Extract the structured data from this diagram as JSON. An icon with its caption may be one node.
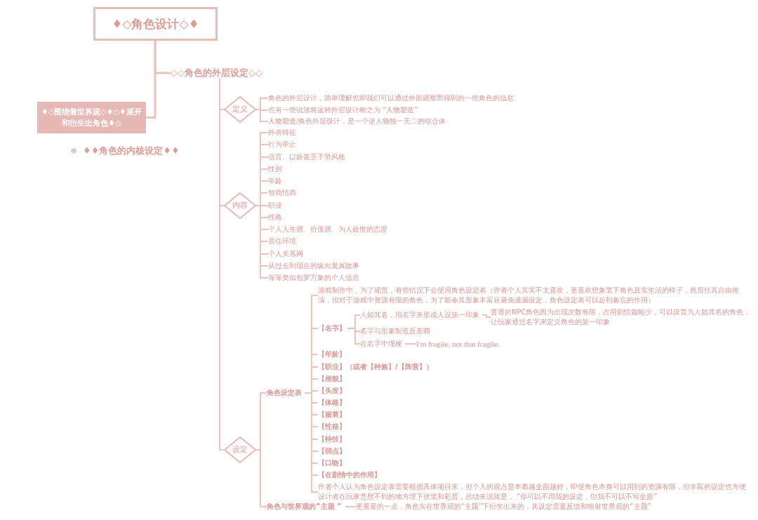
{
  "diagram": {
    "nodes": [
      {
        "text": [
          "♦◇角色设计◇♦"
        ]
      },
      {
        "text": [
          "◇◇角色的外层设定◇◇"
        ]
      },
      {
        "text": [
          "♦◇围绕着世界观◇♦◇♦展开和衍生出角色♦◇"
        ]
      },
      {
        "text": [
          "♦♦角色的内核设定♦♦"
        ]
      },
      {
        "text": [
          "定义"
        ]
      },
      {
        "text": [
          "角色的外层设计，简单理解也即我们可以通过外部观察而得到的一些角色的信息"
        ]
      },
      {
        "text": [
          "也有一些说法将这种外层设计称之为 “人物塑造”"
        ]
      },
      {
        "text": [
          "人物塑造/角色外层设计，是一个使人物独一无二的综合体"
        ]
      },
      {
        "text": [
          "内容"
        ]
      },
      {
        "text": [
          "外表特征"
        ]
      },
      {
        "text": [
          "行为举止"
        ]
      },
      {
        "text": [
          "语言、口癖甚至手势风格"
        ]
      },
      {
        "text": [
          "性别"
        ]
      },
      {
        "text": [
          "年龄"
        ]
      },
      {
        "text": [
          "智商情商"
        ]
      },
      {
        "text": [
          "职业"
        ]
      },
      {
        "text": [
          "性格"
        ]
      },
      {
        "text": [
          "个人人生观、价值观、为人处世的态度"
        ]
      },
      {
        "text": [
          "居住环境"
        ]
      },
      {
        "text": [
          "个人关系网"
        ]
      },
      {
        "text": [
          "从过去到现在的纵向发展故事"
        ]
      },
      {
        "text": [
          "等等类似包罗万象的个人信息"
        ]
      },
      {
        "text": [
          "设定"
        ]
      },
      {
        "text": [
          "角色设定表"
        ]
      },
      {
        "text": [
          "游戏制作中，为了规范，有些情况下会使用角色设定表（作者个人其实不太喜欢，更喜欢想象笔下角色真实生活的样子，然后任其自由推演，但对于游戏中资源有限的角色，为了能令其形象丰富且避免遗漏设定，角色设定表可以起到备忘的作用）"
        ]
      },
      {
        "text": [
          "【名字】"
        ]
      },
      {
        "text": [
          "人如其名，用名字来形成人设第一印象"
        ]
      },
      {
        "text": [
          "普通的NPC角色因为出现次数有限，占用剧情篇幅少，可以设置为人如其名的角色，让玩家通过名字来定义角色的第一印象"
        ]
      },
      {
        "text": [
          "名字与形象制造反差萌"
        ]
      },
      {
        "text": [
          "在名字中埋梗"
        ]
      },
      {
        "text": [
          "I'm fragile, not that fragile."
        ]
      },
      {
        "text": [
          "【年龄】"
        ]
      },
      {
        "text": [
          "【职业】（或者【种族】/【阵营】）"
        ]
      },
      {
        "text": [
          "【相貌】"
        ]
      },
      {
        "text": [
          "【头发】"
        ]
      },
      {
        "text": [
          "【体格】"
        ]
      },
      {
        "text": [
          "【服装】"
        ]
      },
      {
        "text": [
          "【性格】"
        ]
      },
      {
        "text": [
          "【特技】"
        ]
      },
      {
        "text": [
          "【弱点】"
        ]
      },
      {
        "text": [
          "【口吻】"
        ]
      },
      {
        "text": [
          "【在剧情中的作用】"
        ]
      },
      {
        "text": [
          "作者个人认为角色设定表需要根据具体项目来，但个人的观点是本着越全面越好，即使角色本身可以用到的资源有限，但丰富的设定也方便设计者在玩家意想不到的地方埋下伏笔和彩蛋，总结来说就是， “你可以不用我的设定，但我不可以不写全面”"
        ]
      },
      {
        "text": [
          "角色与世界观的”主题 ”"
        ]
      },
      {
        "text": [
          "更重要的一点，角色实在世界观的“主题”下衍生出来的，其设定需要反馈和映射世界观的“主题”"
        ]
      }
    ],
    "edges": [
      {
        "from": 0,
        "to": 1,
        "arrow": "none"
      },
      {
        "from": 0,
        "to": 2,
        "arrow": "none"
      },
      {
        "from": 1,
        "to": 4,
        "arrow": "none"
      },
      {
        "from": 1,
        "to": 8,
        "arrow": "none"
      },
      {
        "from": 1,
        "to": 22,
        "arrow": "none"
      },
      {
        "from": 4,
        "to": 5,
        "arrow": "none"
      },
      {
        "from": 4,
        "to": 6,
        "arrow": "none"
      },
      {
        "from": 4,
        "to": 7,
        "arrow": "none"
      },
      {
        "from": 8,
        "to": 9,
        "arrow": "none"
      },
      {
        "from": 8,
        "to": 10,
        "arrow": "none"
      },
      {
        "from": 8,
        "to": 11,
        "arrow": "none"
      },
      {
        "from": 8,
        "to": 12,
        "arrow": "none"
      },
      {
        "from": 8,
        "to": 13,
        "arrow": "none"
      },
      {
        "from": 8,
        "to": 14,
        "arrow": "none"
      },
      {
        "from": 8,
        "to": 15,
        "arrow": "none"
      },
      {
        "from": 8,
        "to": 16,
        "arrow": "none"
      },
      {
        "from": 8,
        "to": 17,
        "arrow": "none"
      },
      {
        "from": 8,
        "to": 18,
        "arrow": "none"
      },
      {
        "from": 8,
        "to": 19,
        "arrow": "none"
      },
      {
        "from": 8,
        "to": 20,
        "arrow": "none"
      },
      {
        "from": 8,
        "to": 21,
        "arrow": "none"
      },
      {
        "from": 22,
        "to": 23,
        "arrow": "none"
      },
      {
        "from": 22,
        "to": 43,
        "arrow": "none"
      },
      {
        "from": 23,
        "to": 24,
        "arrow": "none"
      },
      {
        "from": 23,
        "to": 25,
        "arrow": "none"
      },
      {
        "from": 23,
        "to": 31,
        "arrow": "none"
      },
      {
        "from": 23,
        "to": 32,
        "arrow": "none"
      },
      {
        "from": 23,
        "to": 33,
        "arrow": "none"
      },
      {
        "from": 23,
        "to": 34,
        "arrow": "none"
      },
      {
        "from": 23,
        "to": 35,
        "arrow": "none"
      },
      {
        "from": 23,
        "to": 36,
        "arrow": "none"
      },
      {
        "from": 23,
        "to": 37,
        "arrow": "none"
      },
      {
        "from": 23,
        "to": 38,
        "arrow": "none"
      },
      {
        "from": 23,
        "to": 39,
        "arrow": "none"
      },
      {
        "from": 23,
        "to": 40,
        "arrow": "none"
      },
      {
        "from": 23,
        "to": 41,
        "arrow": "none"
      },
      {
        "from": 23,
        "to": 42,
        "arrow": "none"
      },
      {
        "from": 25,
        "to": 26,
        "arrow": "none"
      },
      {
        "from": 25,
        "to": 28,
        "arrow": "none"
      },
      {
        "from": 25,
        "to": 29,
        "arrow": "none"
      },
      {
        "from": 26,
        "to": 27,
        "arrow": "none"
      },
      {
        "from": 29,
        "to": 30,
        "arrow": "none"
      },
      {
        "from": 43,
        "to": 44,
        "arrow": "none"
      }
    ]
  }
}
